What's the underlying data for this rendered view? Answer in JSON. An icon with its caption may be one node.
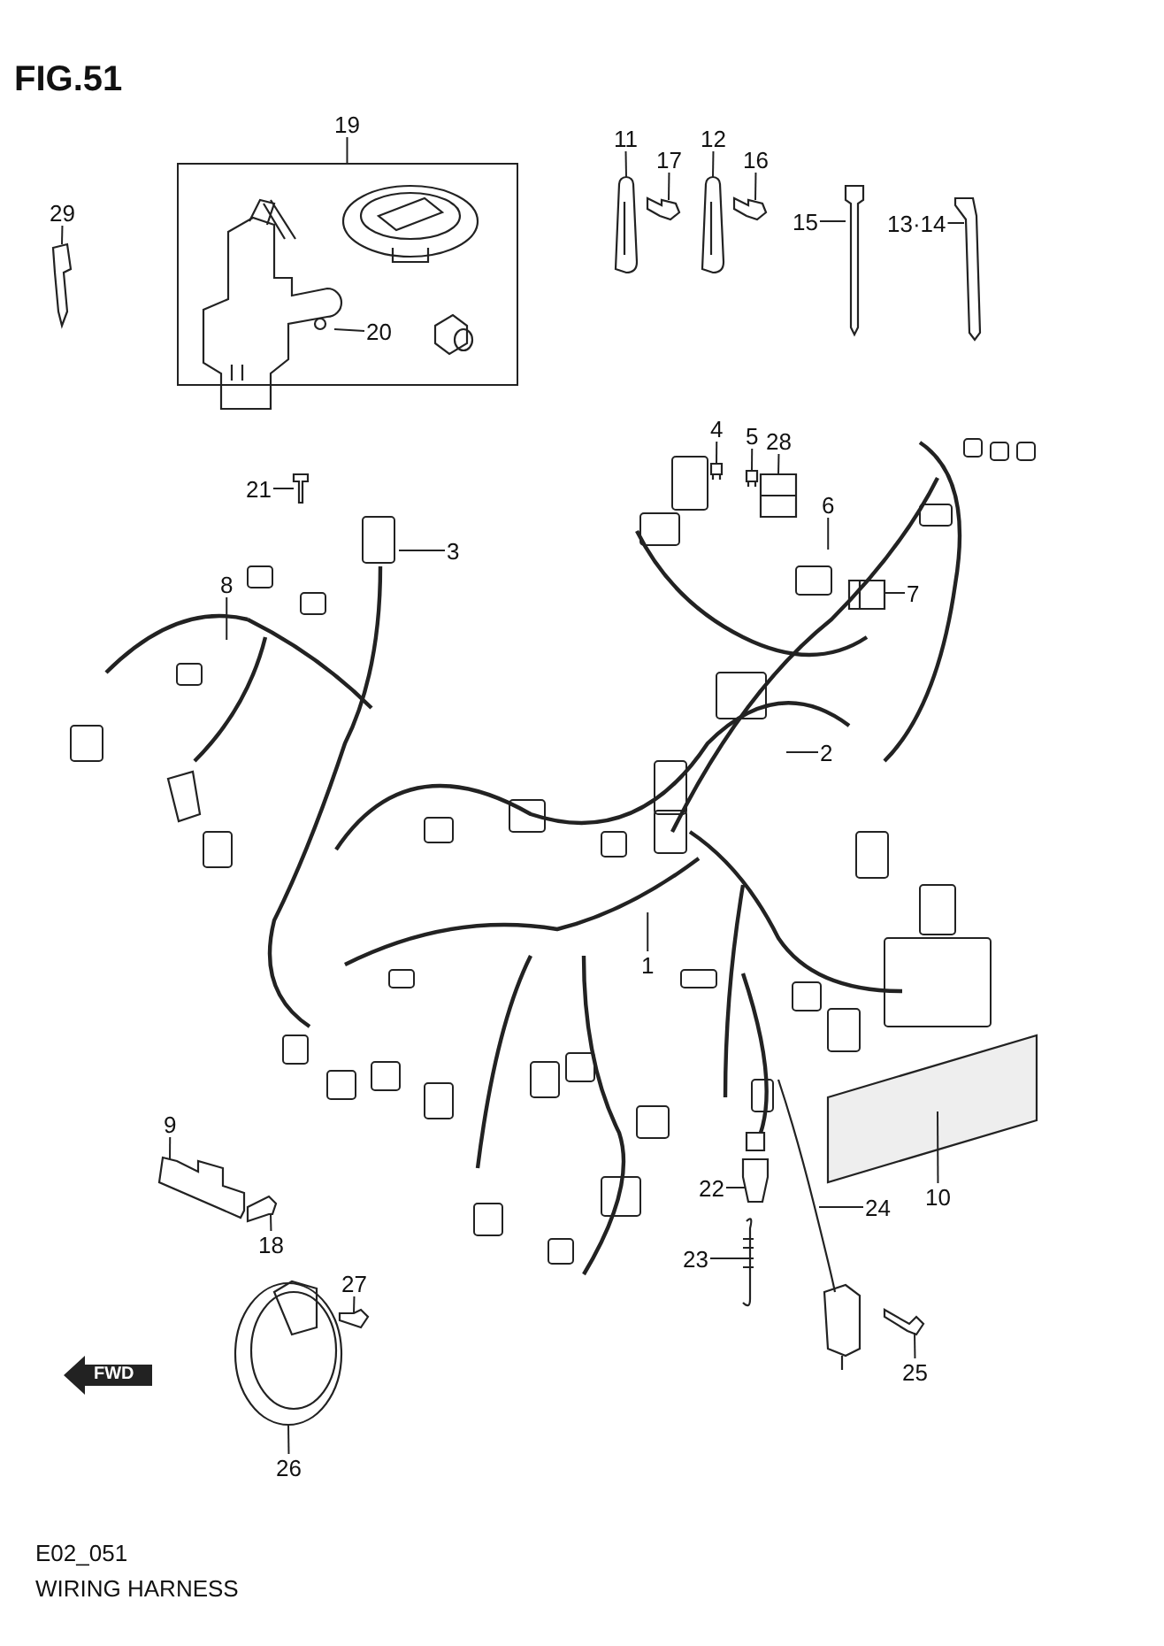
{
  "diagram": {
    "title": "FIG.51",
    "nodes": [
      {
        "text": [
          "19"
        ]
      },
      {
        "text": [],
        "shape": "box"
      },
      {
        "text": [
          "29"
        ]
      },
      {
        "text": [
          "20"
        ],
        "in": 1
      },
      {
        "text": [
          "21"
        ]
      },
      {
        "text": [
          "11"
        ]
      },
      {
        "text": [
          "17"
        ]
      },
      {
        "text": [
          "12"
        ]
      },
      {
        "text": [
          "16"
        ]
      },
      {
        "text": [
          "15"
        ]
      },
      {
        "text": [
          "13·14"
        ]
      },
      {
        "text": [
          "4"
        ]
      },
      {
        "text": [
          "5"
        ]
      },
      {
        "text": [
          "28"
        ]
      },
      {
        "text": [
          "6"
        ]
      },
      {
        "text": [
          "3"
        ]
      },
      {
        "text": [
          "8"
        ]
      },
      {
        "text": [
          "7"
        ]
      },
      {
        "text": [
          "2"
        ]
      },
      {
        "text": [
          "1"
        ]
      },
      {
        "text": [
          "9"
        ]
      },
      {
        "text": [
          "10"
        ]
      },
      {
        "text": [
          "22"
        ]
      },
      {
        "text": [
          "24"
        ]
      },
      {
        "text": [
          "18"
        ]
      },
      {
        "text": [
          "23"
        ]
      },
      {
        "text": [
          "27"
        ]
      },
      {
        "text": [
          "25"
        ]
      },
      {
        "text": [
          "26"
        ]
      },
      {
        "text": [],
        "shape": "picture"
      },
      {
        "text": [],
        "shape": "picture",
        "in": 1
      },
      {
        "text": [],
        "shape": "picture"
      },
      {
        "text": [],
        "shape": "picture"
      },
      {
        "text": [],
        "shape": "picture"
      },
      {
        "text": [],
        "shape": "picture"
      },
      {
        "text": [],
        "shape": "picture"
      },
      {
        "text": [],
        "shape": "picture"
      },
      {
        "text": [],
        "shape": "picture"
      },
      {
        "text": [],
        "shape": "picture"
      },
      {
        "text": [],
        "shape": "picture"
      },
      {
        "text": [],
        "shape": "picture"
      },
      {
        "text": [],
        "shape": "picture"
      },
      {
        "text": [],
        "shape": "picture"
      },
      {
        "text": [],
        "shape": "picture"
      },
      {
        "text": [],
        "shape": "picture"
      },
      {
        "text": [],
        "shape": "picture"
      },
      {
        "text": [],
        "shape": "picture"
      },
      {
        "text": [],
        "shape": "picture"
      },
      {
        "text": [],
        "shape": "picture"
      },
      {
        "text": [],
        "shape": "picture"
      },
      {
        "text": [],
        "shape": "picture"
      }
    ],
    "edges": [
      {
        "from": 0,
        "to": 1,
        "arrow": "none"
      },
      {
        "from": 2,
        "to": 29,
        "arrow": "none"
      },
      {
        "from": 3,
        "to": 30,
        "arrow": "none"
      },
      {
        "from": 4,
        "to": 31,
        "arrow": "none"
      },
      {
        "from": 5,
        "to": 32,
        "arrow": "none"
      },
      {
        "from": 6,
        "to": 33,
        "arrow": "none"
      },
      {
        "from": 7,
        "to": 34,
        "arrow": "none"
      },
      {
        "from": 8,
        "to": 35,
        "arrow": "none"
      },
      {
        "from": 9,
        "to": 36,
        "arrow": "none"
      },
      {
        "from": 10,
        "to": 37,
        "arrow": "none"
      },
      {
        "from": 11,
        "to": 47,
        "arrow": "none"
      },
      {
        "from": 12,
        "to": 48,
        "arrow": "none"
      },
      {
        "from": 13,
        "to": 49,
        "arrow": "none"
      },
      {
        "from": 14,
        "to": null,
        "arrow": "none"
      },
      {
        "from": 15,
        "to": null,
        "arrow": "none"
      },
      {
        "from": 16,
        "to": null,
        "arrow": "none"
      },
      {
        "from": 17,
        "to": 50,
        "arrow": "none"
      },
      {
        "from": 18,
        "to": null,
        "arrow": "none"
      },
      {
        "from": 19,
        "to": null,
        "arrow": "none"
      },
      {
        "from": 20,
        "to": 38,
        "arrow": "none"
      },
      {
        "from": 21,
        "to": 39,
        "arrow": "none"
      },
      {
        "from": 22,
        "to": 40,
        "arrow": "none"
      },
      {
        "from": 23,
        "to": 41,
        "arrow": "none"
      },
      {
        "from": 24,
        "to": 42,
        "arrow": "none"
      },
      {
        "from": 25,
        "to": 43,
        "arrow": "none"
      },
      {
        "from": 26,
        "to": 44,
        "arrow": "none"
      },
      {
        "from": 27,
        "to": 45,
        "arrow": "none"
      },
      {
        "from": 28,
        "to": 46,
        "arrow": "none"
      }
    ],
    "labels": [
      "FWD",
      "E02_051",
      "WIRING HARNESS"
    ]
  }
}
